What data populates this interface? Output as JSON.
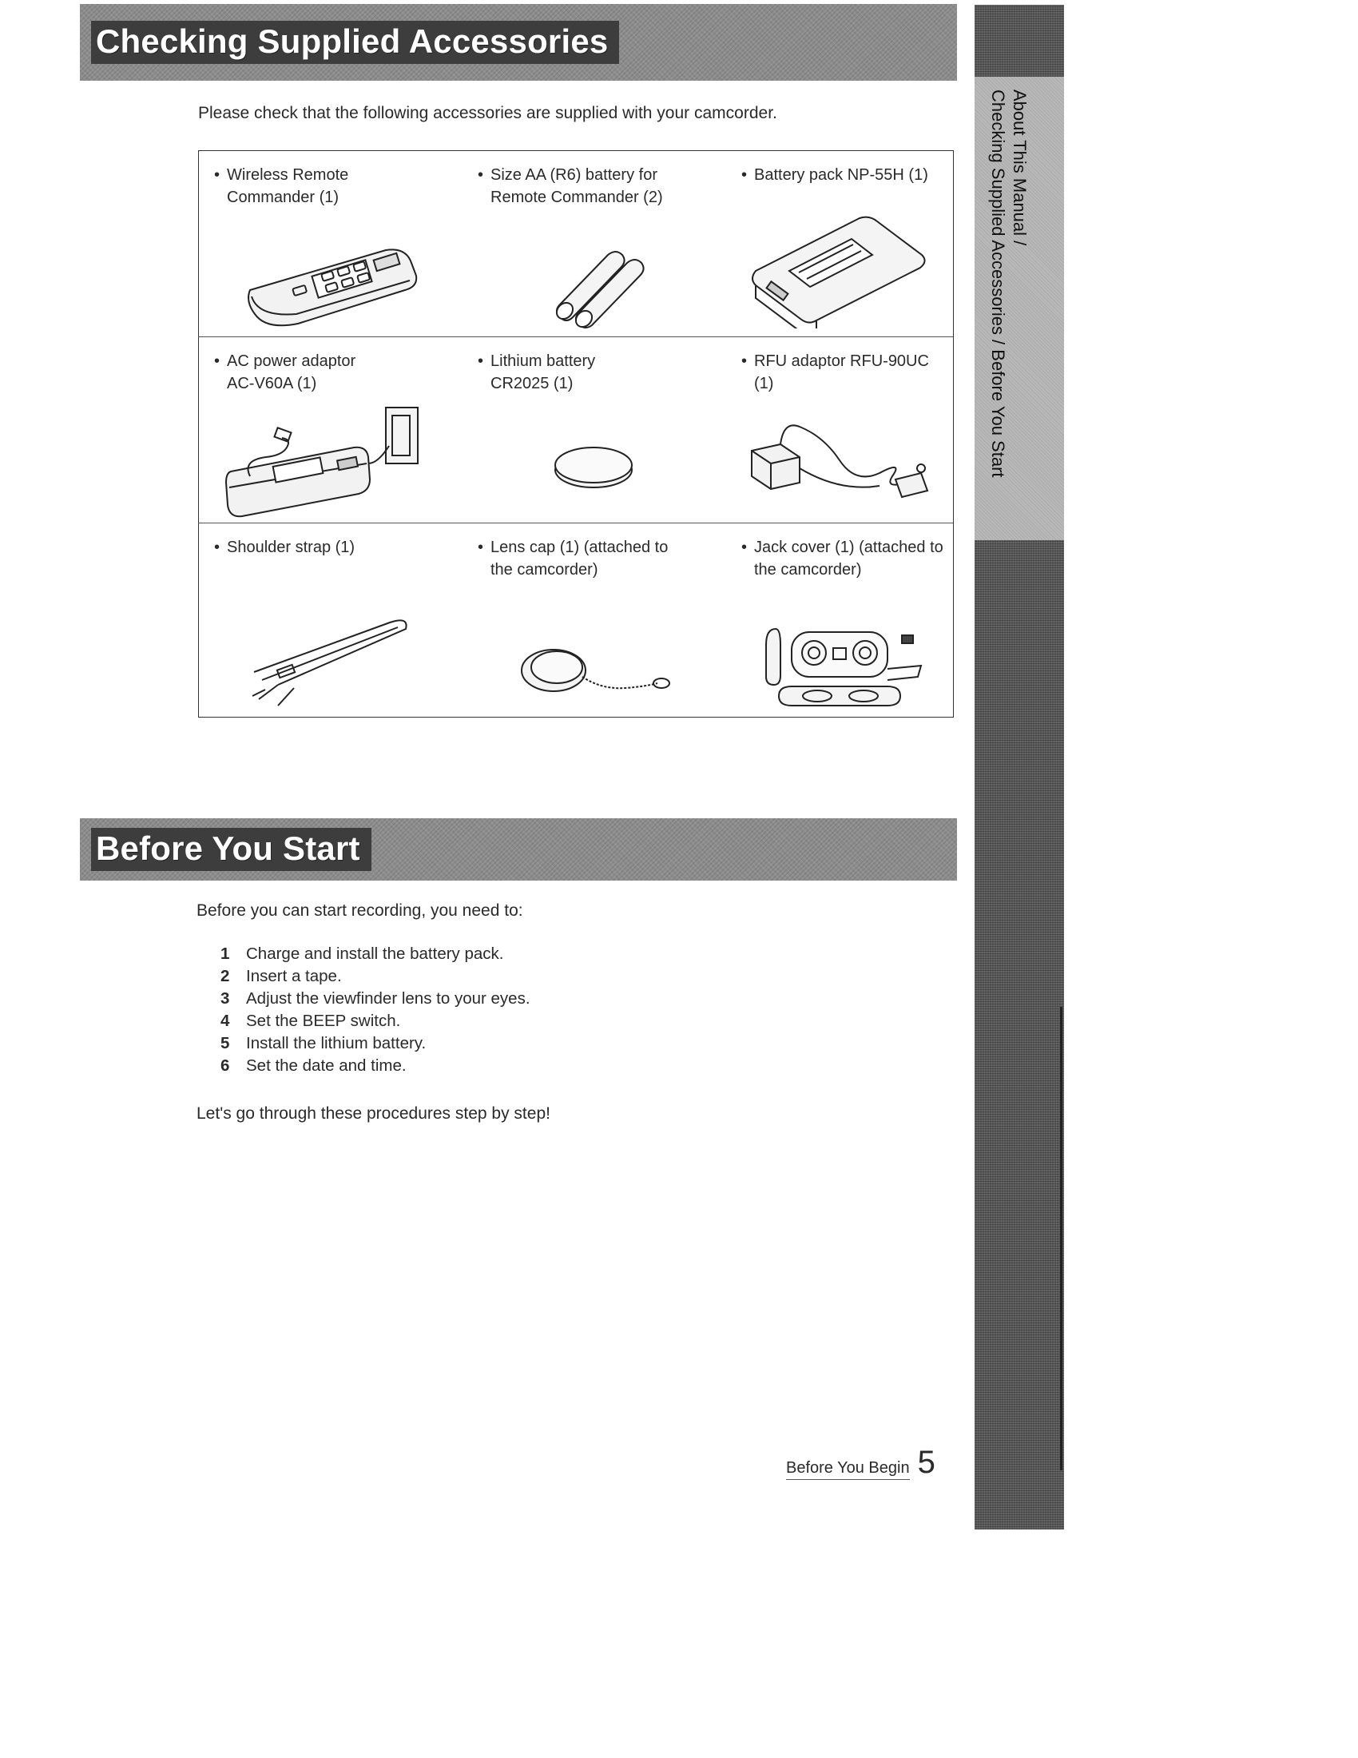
{
  "section1": {
    "title": "Checking Supplied Accessories",
    "intro": "Please check that the following accessories are supplied with your camcorder."
  },
  "accessories": [
    {
      "line1": "Wireless Remote",
      "line2": "Commander (1)",
      "icon": "remote-commander-icon"
    },
    {
      "line1": "Size AA (R6) battery for",
      "line2": "Remote Commander (2)",
      "icon": "aa-batteries-icon"
    },
    {
      "line1": "Battery pack NP-55H (1)",
      "line2": "",
      "icon": "battery-pack-icon"
    },
    {
      "line1": "AC power adaptor",
      "line2": "AC-V60A (1)",
      "icon": "ac-adaptor-icon"
    },
    {
      "line1": "Lithium battery",
      "line2": "CR2025 (1)",
      "icon": "lithium-battery-icon"
    },
    {
      "line1": "RFU adaptor RFU-90UC (1)",
      "line2": "",
      "icon": "rfu-adaptor-icon"
    },
    {
      "line1": "Shoulder strap (1)",
      "line2": "",
      "icon": "shoulder-strap-icon"
    },
    {
      "line1": "Lens cap (1) (attached to",
      "line2": "the camcorder)",
      "icon": "lens-cap-icon"
    },
    {
      "line1": "Jack cover (1) (attached to",
      "line2": "the camcorder)",
      "icon": "jack-cover-icon"
    }
  ],
  "section2": {
    "title": "Before You Start",
    "intro": "Before you can start recording, you need to:",
    "steps": [
      {
        "num": "1",
        "text": "Charge and install the battery pack."
      },
      {
        "num": "2",
        "text": "Insert a tape."
      },
      {
        "num": "3",
        "text": "Adjust the viewfinder lens to your eyes."
      },
      {
        "num": "4",
        "text": "Set the BEEP switch."
      },
      {
        "num": "5",
        "text": "Install the lithium battery."
      },
      {
        "num": "6",
        "text": "Set the date and time."
      }
    ],
    "closing": "Let's go through these procedures step by step!"
  },
  "side_tab": {
    "line1": "About This Manual /",
    "line2": "Checking Supplied Accessories / Before You Start"
  },
  "footer": {
    "section": "Before You Begin",
    "page": "5"
  }
}
